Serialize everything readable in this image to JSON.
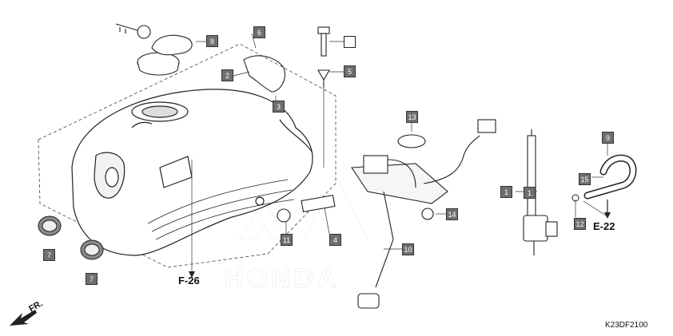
{
  "callouts": [
    {
      "id": "c8a",
      "label": "8"
    },
    {
      "id": "c6",
      "label": "6"
    },
    {
      "id": "c2",
      "label": "2"
    },
    {
      "id": "c3",
      "label": "3"
    },
    {
      "id": "cBlank",
      "label": ""
    },
    {
      "id": "c5",
      "label": "5"
    },
    {
      "id": "c13",
      "label": "13"
    },
    {
      "id": "c9",
      "label": "9"
    },
    {
      "id": "c15",
      "label": "15"
    },
    {
      "id": "c1a",
      "label": "1"
    },
    {
      "id": "c1b",
      "label": "1"
    },
    {
      "id": "c12",
      "label": "12"
    },
    {
      "id": "c14",
      "label": "14"
    },
    {
      "id": "c11",
      "label": "11"
    },
    {
      "id": "c4",
      "label": "4"
    },
    {
      "id": "c10",
      "label": "10"
    },
    {
      "id": "c7a",
      "label": "7"
    },
    {
      "id": "c7b",
      "label": "7"
    }
  ],
  "refs": {
    "f26": "F-26",
    "e22": "E-22"
  },
  "diagram_code": "K23DF2100",
  "direction_label": "FR.",
  "colors": {
    "callout_fill": "#6f6f6f",
    "line": "#222222",
    "watermark": "#cfcfcf"
  }
}
